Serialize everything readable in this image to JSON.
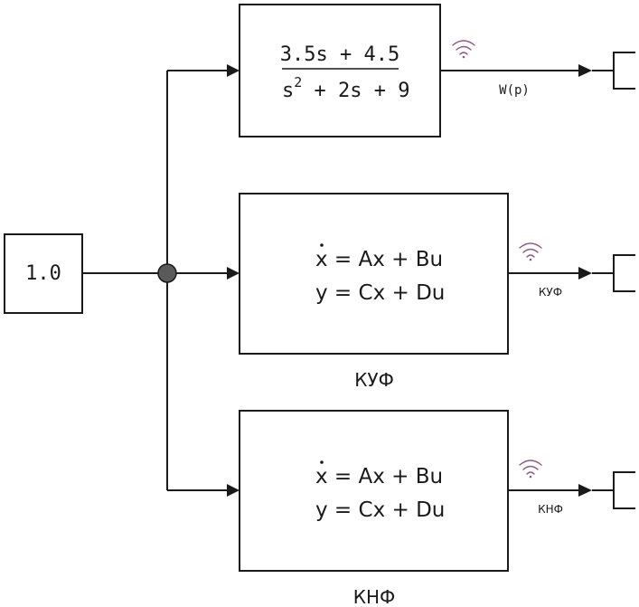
{
  "constant_block": {
    "value": "1.0"
  },
  "transfer_block": {
    "numerator": "3.5s + 4.5",
    "denominator_base": "s",
    "denominator_power": "2",
    "denominator_rest": " + 2s + 9"
  },
  "state_space_blocks": [
    {
      "line1_x": "x",
      "line1_rest": " = Ax + Bu",
      "line2": "y = Cx + Du",
      "caption": "КУФ"
    },
    {
      "line1_x": "x",
      "line1_rest": " = Ax + Bu",
      "line2": "y = Cx + Du",
      "caption": "КНФ"
    }
  ],
  "signals": [
    "W(p)",
    "КУФ",
    "КНФ"
  ],
  "icons": {
    "signal_marker": "wifi-icon",
    "sink": "scope-terminator-icon",
    "branch_point": "junction-dot"
  },
  "colors": {
    "line": "#1a1a1a",
    "signal_marker": "#8e5a82",
    "junction_fill": "#5a5a5a"
  }
}
